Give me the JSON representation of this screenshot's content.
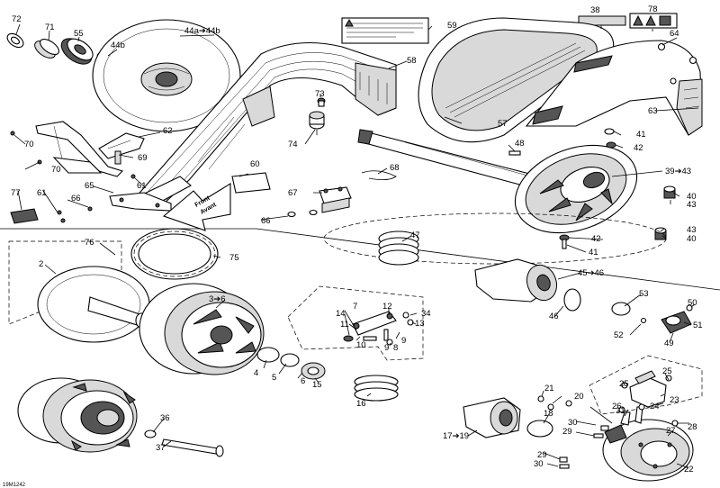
{
  "diagram_code": "19M1242",
  "arrow_sign": {
    "line1": "Front",
    "line2": "Avant"
  },
  "callouts": [
    {
      "id": "c72",
      "text": "72"
    },
    {
      "id": "c71",
      "text": "71"
    },
    {
      "id": "c55",
      "text": "55"
    },
    {
      "id": "c44b",
      "text": "44b"
    },
    {
      "id": "c44a",
      "text": "44a➔44b"
    },
    {
      "id": "c59",
      "text": "59"
    },
    {
      "id": "c38",
      "text": "38"
    },
    {
      "id": "c78",
      "text": "78"
    },
    {
      "id": "c64",
      "text": "64"
    },
    {
      "id": "c58",
      "text": "58"
    },
    {
      "id": "c73",
      "text": "73"
    },
    {
      "id": "c57",
      "text": "57"
    },
    {
      "id": "c63",
      "text": "63"
    },
    {
      "id": "c62",
      "text": "62"
    },
    {
      "id": "c41a",
      "text": "41"
    },
    {
      "id": "c42a",
      "text": "42"
    },
    {
      "id": "c48",
      "text": "48"
    },
    {
      "id": "c70a",
      "text": "70"
    },
    {
      "id": "c74",
      "text": "74"
    },
    {
      "id": "c69",
      "text": "69"
    },
    {
      "id": "c39",
      "text": "39➔43"
    },
    {
      "id": "c70b",
      "text": "70"
    },
    {
      "id": "c60",
      "text": "60"
    },
    {
      "id": "c68",
      "text": "68"
    },
    {
      "id": "c65",
      "text": "65"
    },
    {
      "id": "c61a",
      "text": "61"
    },
    {
      "id": "c77",
      "text": "77"
    },
    {
      "id": "c61b",
      "text": "61"
    },
    {
      "id": "c66a",
      "text": "66"
    },
    {
      "id": "c67",
      "text": "67"
    },
    {
      "id": "c40a",
      "text": "40"
    },
    {
      "id": "c43a",
      "text": "43"
    },
    {
      "id": "c66b",
      "text": "66"
    },
    {
      "id": "c47",
      "text": "47"
    },
    {
      "id": "c43b",
      "text": "43"
    },
    {
      "id": "c40b",
      "text": "40"
    },
    {
      "id": "c42b",
      "text": "42"
    },
    {
      "id": "c76",
      "text": "76"
    },
    {
      "id": "c41b",
      "text": "41"
    },
    {
      "id": "c75",
      "text": "75"
    },
    {
      "id": "c2",
      "text": "2"
    },
    {
      "id": "c45",
      "text": "45➔46"
    },
    {
      "id": "c53",
      "text": "53"
    },
    {
      "id": "c3",
      "text": "3➔6"
    },
    {
      "id": "c50",
      "text": "50"
    },
    {
      "id": "c7",
      "text": "7"
    },
    {
      "id": "c14",
      "text": "14"
    },
    {
      "id": "c12",
      "text": "12"
    },
    {
      "id": "c34",
      "text": "34"
    },
    {
      "id": "c13",
      "text": "13"
    },
    {
      "id": "c46",
      "text": "46"
    },
    {
      "id": "c11",
      "text": "11"
    },
    {
      "id": "c51",
      "text": "51"
    },
    {
      "id": "c52",
      "text": "52"
    },
    {
      "id": "c9a",
      "text": "9"
    },
    {
      "id": "c10",
      "text": "10"
    },
    {
      "id": "c9b",
      "text": "9"
    },
    {
      "id": "c8",
      "text": "8"
    },
    {
      "id": "c49",
      "text": "49"
    },
    {
      "id": "c4",
      "text": "4"
    },
    {
      "id": "c5",
      "text": "5"
    },
    {
      "id": "c6",
      "text": "6"
    },
    {
      "id": "c15",
      "text": "15"
    },
    {
      "id": "c25a",
      "text": "25"
    },
    {
      "id": "c25b",
      "text": "25"
    },
    {
      "id": "c16",
      "text": "16"
    },
    {
      "id": "c21",
      "text": "21"
    },
    {
      "id": "c20",
      "text": "20"
    },
    {
      "id": "c23",
      "text": "23"
    },
    {
      "id": "c24",
      "text": "24"
    },
    {
      "id": "c26",
      "text": "26"
    },
    {
      "id": "c18",
      "text": "18"
    },
    {
      "id": "c31",
      "text": "31"
    },
    {
      "id": "c36",
      "text": "36"
    },
    {
      "id": "c30a",
      "text": "30"
    },
    {
      "id": "c28",
      "text": "28"
    },
    {
      "id": "c29a",
      "text": "29"
    },
    {
      "id": "c27",
      "text": "27"
    },
    {
      "id": "c17",
      "text": "17➔19"
    },
    {
      "id": "c37",
      "text": "37"
    },
    {
      "id": "c29b",
      "text": "29"
    },
    {
      "id": "c30b",
      "text": "30"
    },
    {
      "id": "c22",
      "text": "22"
    }
  ]
}
